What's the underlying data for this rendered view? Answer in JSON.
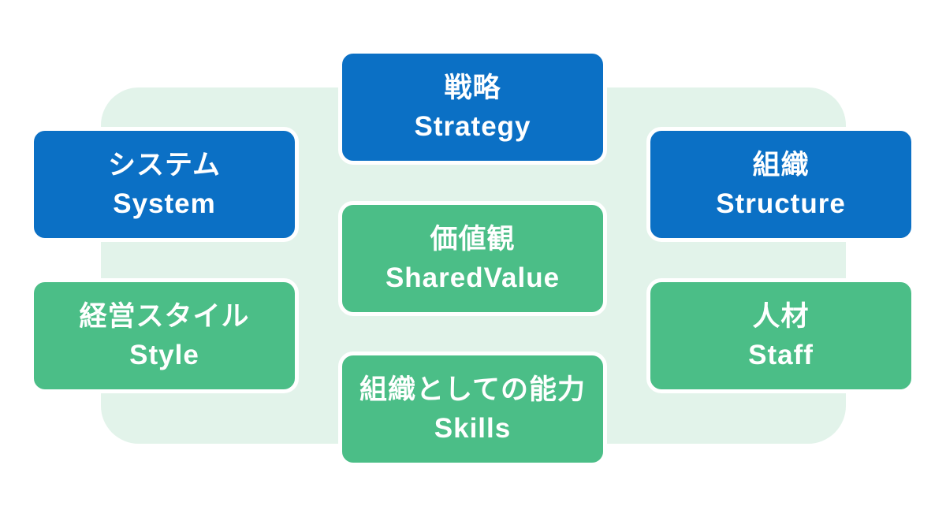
{
  "colors": {
    "blue": "#0b70c5",
    "green": "#4bbe87",
    "panel": "#e2f3ea",
    "text": "#ffffff",
    "background": "#ffffff"
  },
  "boxes": [
    {
      "id": "strategy",
      "label_ja": "戦略",
      "label_en": "Strategy",
      "color": "blue",
      "position": "top-center"
    },
    {
      "id": "system",
      "label_ja": "システム",
      "label_en": "System",
      "color": "blue",
      "position": "left-top"
    },
    {
      "id": "structure",
      "label_ja": "組織",
      "label_en": "Structure",
      "color": "blue",
      "position": "right-top"
    },
    {
      "id": "shared_value",
      "label_ja": "価値観",
      "label_en": "SharedValue",
      "color": "green",
      "position": "center-middle"
    },
    {
      "id": "style",
      "label_ja": "経営スタイル",
      "label_en": "Style",
      "color": "green",
      "position": "left-bottom"
    },
    {
      "id": "staff",
      "label_ja": "人材",
      "label_en": "Staff",
      "color": "green",
      "position": "right-bottom"
    },
    {
      "id": "skills",
      "label_ja": "組織としての能力",
      "label_en": "Skills",
      "color": "green",
      "position": "bottom-center"
    }
  ]
}
